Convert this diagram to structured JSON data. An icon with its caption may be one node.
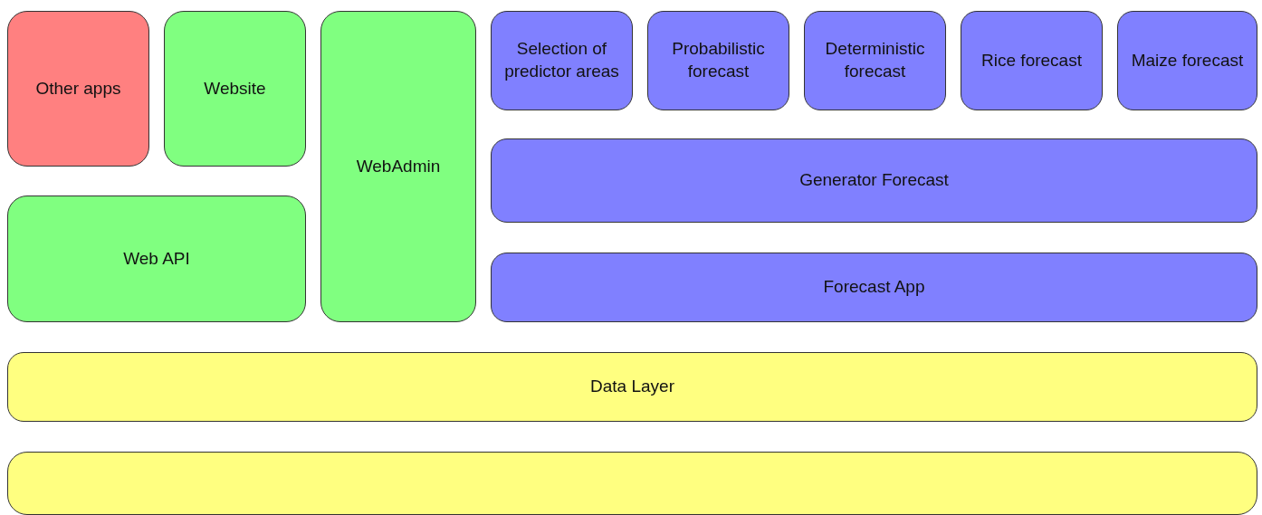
{
  "diagram": {
    "nodes": [
      {
        "text": [
          "Other apps"
        ]
      },
      {
        "text": [
          "Website"
        ]
      },
      {
        "text": [
          "WebAdmin"
        ]
      },
      {
        "text": [
          "Selection of predictor areas"
        ]
      },
      {
        "text": [
          "Probabilistic forecast"
        ]
      },
      {
        "text": [
          "Deterministic forecast"
        ]
      },
      {
        "text": [
          "Rice forecast"
        ]
      },
      {
        "text": [
          "Maize forecast"
        ]
      },
      {
        "text": [
          "Generator Forecast"
        ]
      },
      {
        "text": [
          "Web API"
        ]
      },
      {
        "text": [
          "Forecast App"
        ]
      },
      {
        "text": [
          "Data Layer"
        ]
      },
      {
        "text": [],
        "shape": "box"
      }
    ]
  }
}
